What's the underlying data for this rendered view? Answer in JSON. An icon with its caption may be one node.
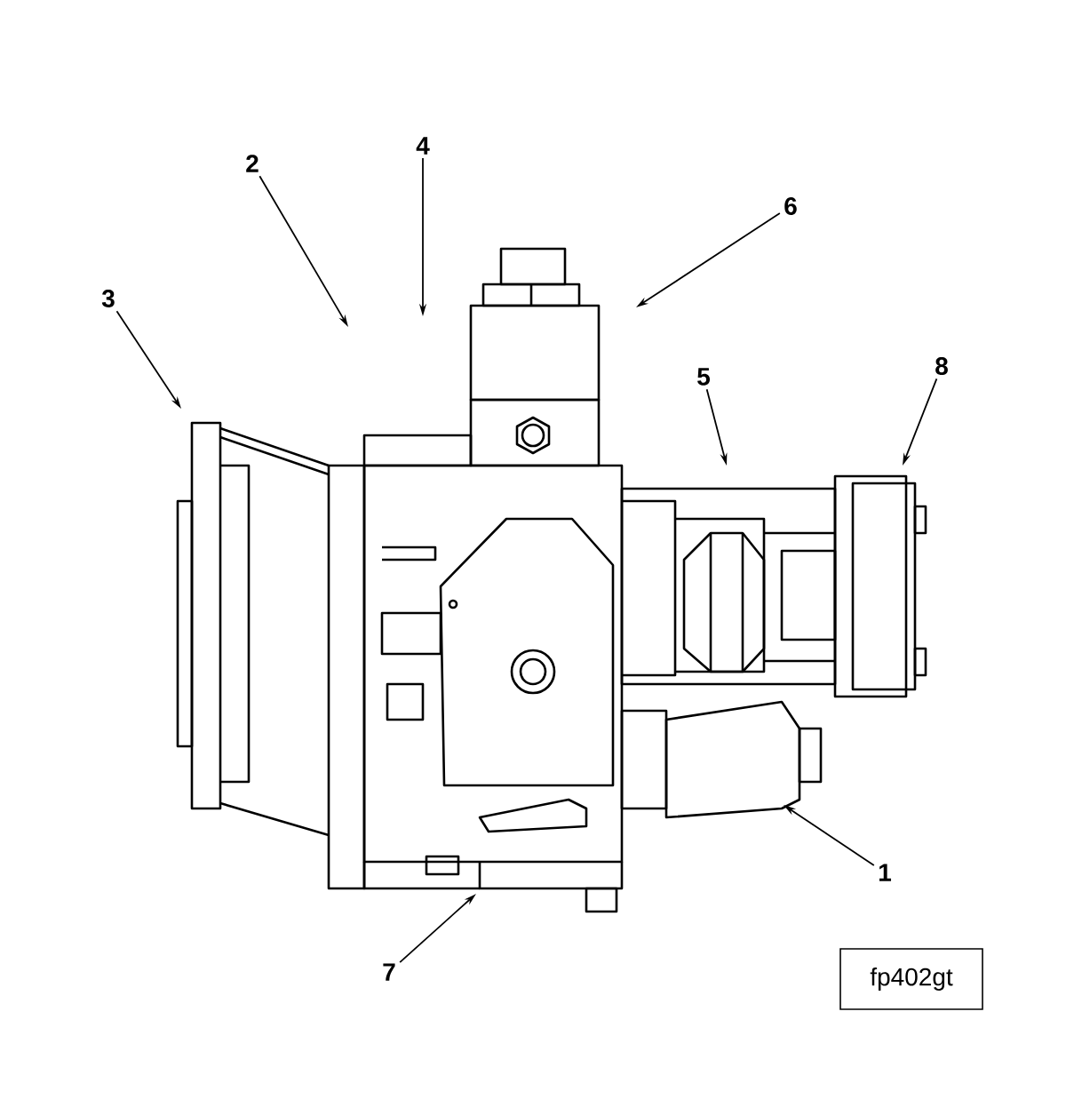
{
  "diagram": {
    "nodes": [
      {
        "text": [
          "4"
        ]
      },
      {
        "text": [
          "2"
        ]
      },
      {
        "text": [
          "6"
        ]
      },
      {
        "text": [
          "3"
        ]
      },
      {
        "text": [
          "8"
        ]
      },
      {
        "text": [
          "5"
        ]
      },
      {
        "text": [
          "1"
        ]
      },
      {
        "text": [
          "7"
        ]
      },
      {
        "text": [
          "fp402gt"
        ]
      }
    ],
    "edges": [
      {
        "from": 0,
        "to": null,
        "arrow": "to"
      },
      {
        "from": 1,
        "to": null,
        "arrow": "to"
      },
      {
        "from": 2,
        "to": null,
        "arrow": "to"
      },
      {
        "from": 3,
        "to": null,
        "arrow": "to"
      },
      {
        "from": 4,
        "to": null,
        "arrow": "to"
      },
      {
        "from": 5,
        "to": null,
        "arrow": "to"
      },
      {
        "from": 6,
        "to": null,
        "arrow": "to"
      },
      {
        "from": 7,
        "to": null,
        "arrow": "to"
      }
    ]
  }
}
